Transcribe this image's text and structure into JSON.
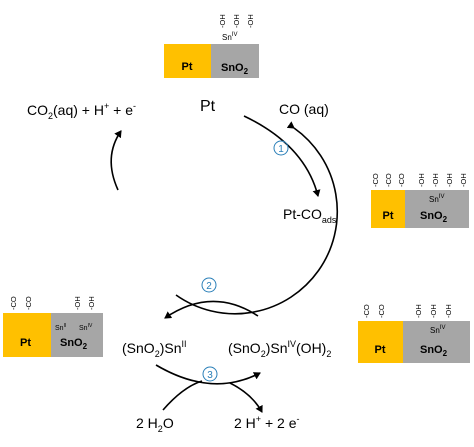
{
  "colors": {
    "pt": "#FFC000",
    "sno2": "#A6A6A6",
    "step": "#2a7fb8",
    "arrow": "#000000"
  },
  "materials": {
    "pt": "Pt",
    "sno2": "SnO",
    "sno2_sub": "2"
  },
  "sites": {
    "sn_iv": "Sn",
    "sn_iv_sup": "IV",
    "sn_ii": "Sn",
    "sn_ii_sup": "II"
  },
  "groups": {
    "oh": "-OH",
    "co": "-CO"
  },
  "equations": {
    "co2_products": {
      "a": "CO",
      "a_sub": "2",
      "b": "(aq) + H",
      "b_sup": "+",
      "c": " + e",
      "c_sup": "-"
    },
    "pt": "Pt",
    "co_aq": "CO (aq)",
    "pt_co_ads": {
      "main": "Pt-CO",
      "sub": "ads"
    },
    "sno2_snii": {
      "a": "(SnO",
      "a_sub": "2",
      "b": ")Sn",
      "b_sup": "II"
    },
    "sno2_sniv_oh2": {
      "a": "(SnO",
      "a_sub": "2",
      "b": ")Sn",
      "b_sup": "IV",
      "c": "(OH)",
      "c_sub": "2"
    },
    "water": {
      "a": "2 H",
      "a_sub": "2",
      "b": "O"
    },
    "h_plus_e": {
      "a": "2 H",
      "a_sup": "+",
      "b": " + 2 e",
      "b_sup": "-"
    }
  },
  "steps": [
    "1",
    "2",
    "3"
  ]
}
